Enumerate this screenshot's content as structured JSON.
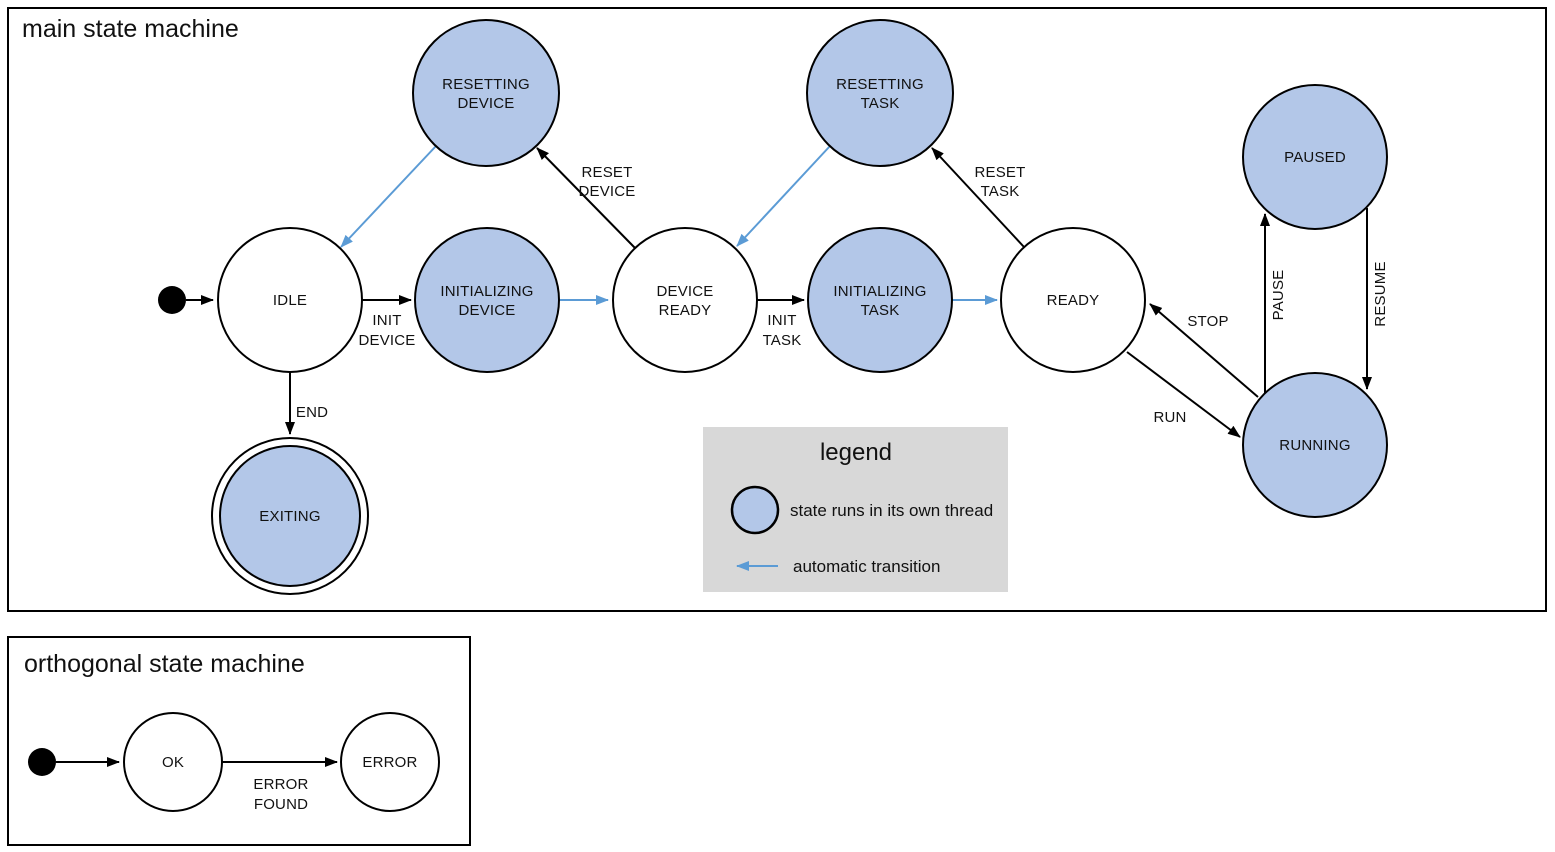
{
  "colors": {
    "thread_state_fill": "#b3c7e8",
    "auto_transition_blue": "#5b9bd5",
    "legend_background": "#d8d8d8",
    "line_stroke": "#000000"
  },
  "main_machine": {
    "title": "main state machine",
    "states": {
      "idle": "IDLE",
      "resetting_device": [
        "RESETTING",
        "DEVICE"
      ],
      "initializing_device": [
        "INITIALIZING",
        "DEVICE"
      ],
      "device_ready": [
        "DEVICE",
        "READY"
      ],
      "resetting_task": [
        "RESETTING",
        "TASK"
      ],
      "initializing_task": [
        "INITIALIZING",
        "TASK"
      ],
      "ready": "READY",
      "paused": "PAUSED",
      "running": "RUNNING",
      "exiting": "EXITING"
    },
    "transitions": {
      "init_device": [
        "INIT",
        "DEVICE"
      ],
      "init_task": [
        "INIT",
        "TASK"
      ],
      "reset_device": [
        "RESET",
        "DEVICE"
      ],
      "reset_task": [
        "RESET",
        "TASK"
      ],
      "end": "END",
      "stop": "STOP",
      "run": "RUN",
      "pause": "PAUSE",
      "resume": "RESUME"
    },
    "legend": {
      "title": "legend",
      "thread_item": "state runs in its own thread",
      "auto_item": "automatic transition"
    }
  },
  "orthogonal_machine": {
    "title": "orthogonal state machine",
    "states": {
      "ok": "OK",
      "error": "ERROR"
    },
    "transitions": {
      "error_found": [
        "ERROR",
        "FOUND"
      ]
    }
  }
}
